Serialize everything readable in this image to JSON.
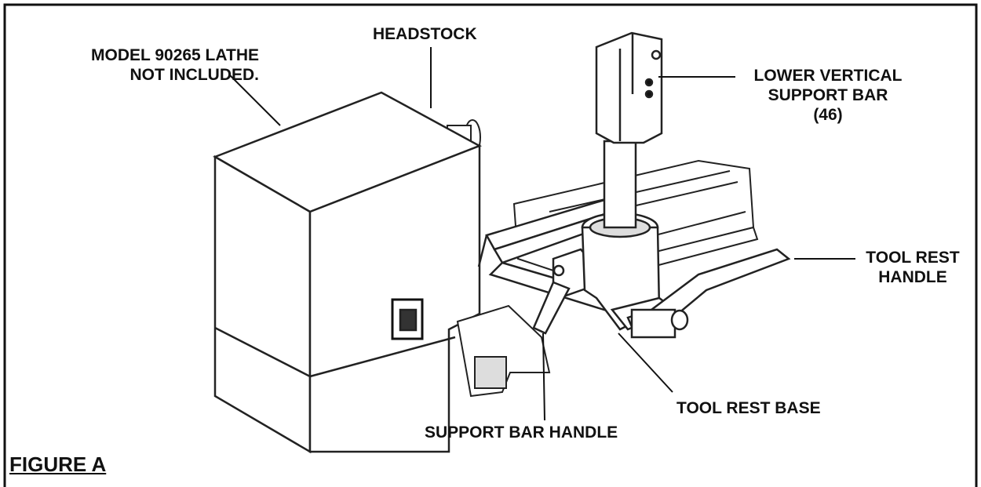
{
  "labels": {
    "model_line1": "MODEL 90265 LATHE",
    "model_line2": "NOT INCLUDED.",
    "headstock": "HEADSTOCK",
    "lower_vertical_line1": "LOWER VERTICAL",
    "lower_vertical_line2": "SUPPORT BAR",
    "lower_vertical_line3": "(46)",
    "tool_rest_handle_line1": "TOOL REST",
    "tool_rest_handle_line2": "HANDLE",
    "tool_rest_base": "TOOL REST BASE",
    "support_bar_handle": "SUPPORT BAR HANDLE"
  },
  "figure_caption": "FIGURE A"
}
